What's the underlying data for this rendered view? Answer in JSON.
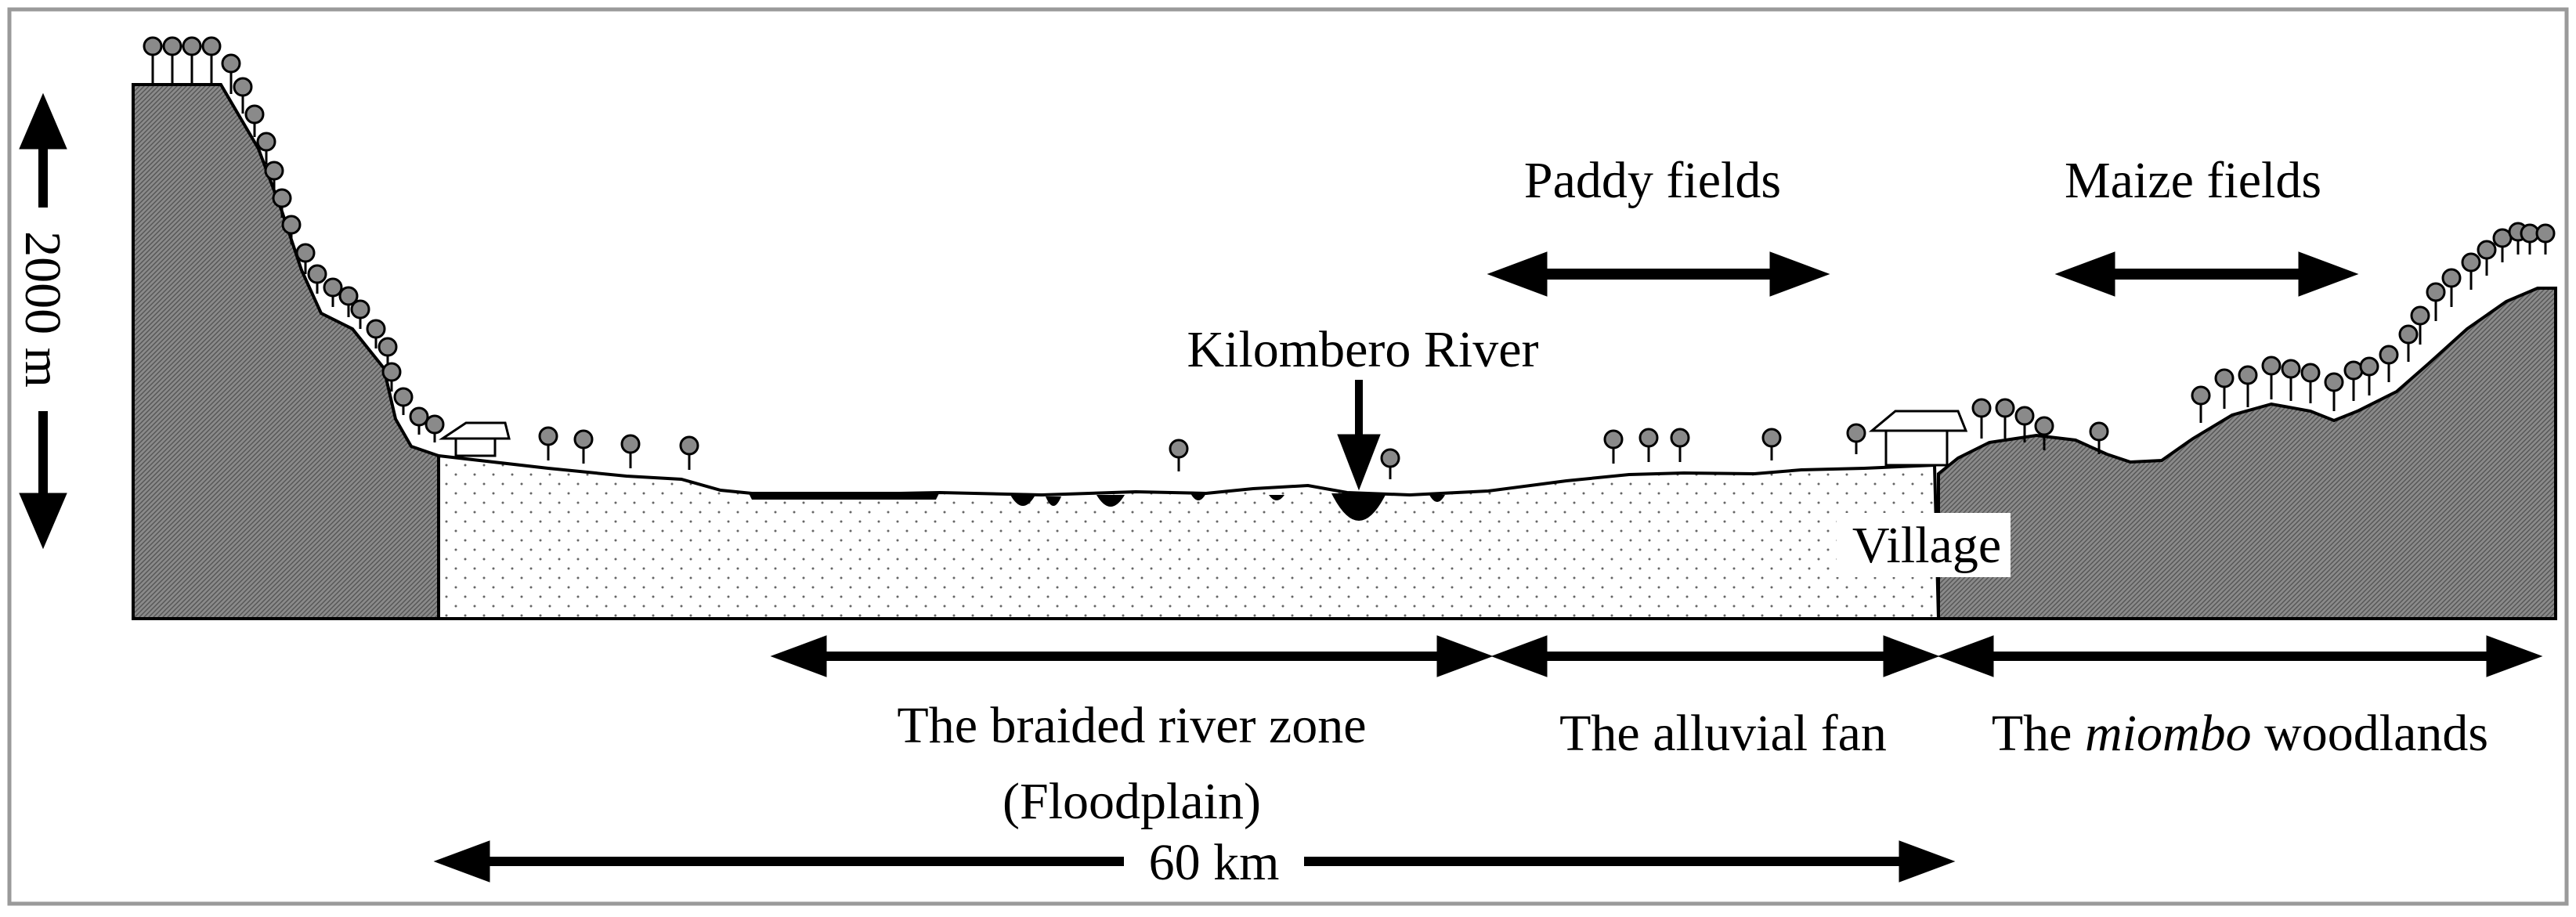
{
  "figure": {
    "scale_vertical_label": "2000 m",
    "scale_horizontal_label": "60 km",
    "labels": {
      "paddy_fields": "Paddy fields",
      "maize_fields": "Maize fields",
      "river": "Kilombero River",
      "village": "Village",
      "braided_zone_line1": "The braided river zone",
      "braided_zone_line2": "(Floodplain)",
      "alluvial_fan": "The alluvial fan",
      "miombo_prefix": "The ",
      "miombo_italic": "miombo",
      "miombo_suffix": " woodlands"
    },
    "colors": {
      "outline": "#000000",
      "mountain_fill": "#7d7d7d",
      "tree_fill": "#8a8a8a",
      "floodplain_fill": "#ffffff",
      "frame": "#9a9a9a"
    }
  }
}
